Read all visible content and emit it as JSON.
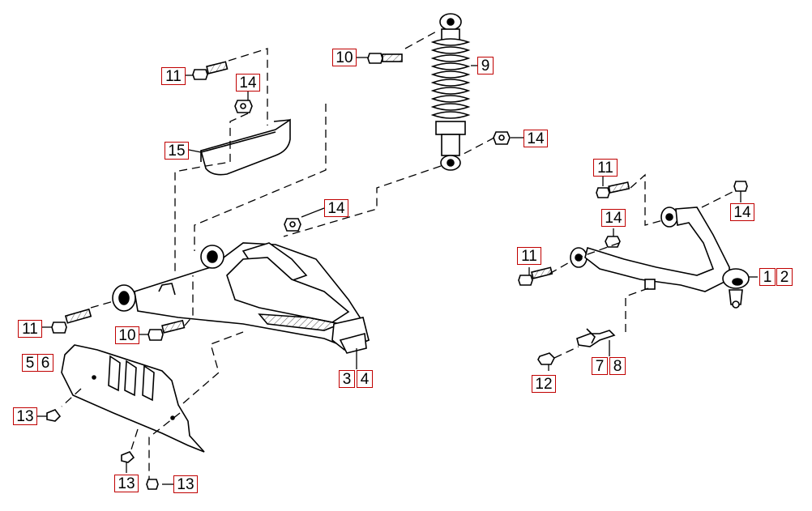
{
  "callouts": {
    "c11a": "11",
    "c14a": "14",
    "c15": "15",
    "c10a": "10",
    "c9": "9",
    "c14b": "14",
    "c14c": "14",
    "c11b": "11",
    "c10b": "10",
    "c5": "5",
    "c6": "6",
    "c13a": "13",
    "c13b": "13",
    "c13c": "13",
    "c3": "3",
    "c4": "4",
    "c11c": "11",
    "c14d": "14",
    "c11d": "11",
    "c14e": "14",
    "c1": "1",
    "c2": "2",
    "c7": "7",
    "c8": "8",
    "c12": "12"
  },
  "colors": {
    "callout_border": "#c00000",
    "line": "#000000"
  }
}
